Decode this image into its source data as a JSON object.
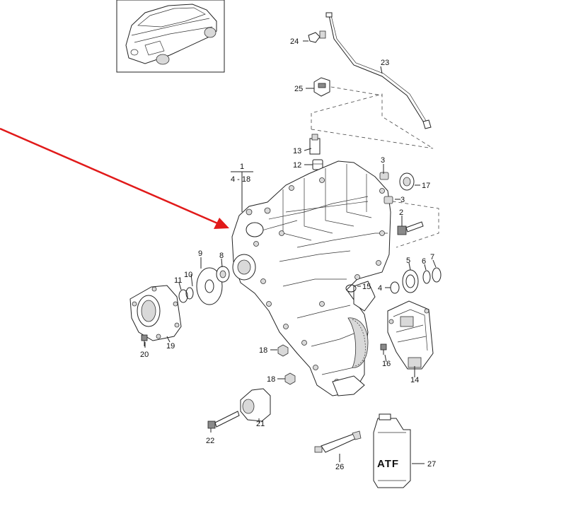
{
  "diagram": {
    "accent_color": "#e11a1a",
    "callouts": {
      "c1": "1",
      "c1_range": "4 - 18",
      "c2": "2",
      "c3a": "3",
      "c3b": "3",
      "c4": "4",
      "c5": "5",
      "c6": "6",
      "c7": "7",
      "c8": "8",
      "c9": "9",
      "c10": "10",
      "c11": "11",
      "c12": "12",
      "c13": "13",
      "c14": "14",
      "c15": "15",
      "c16": "16",
      "c17": "17",
      "c18a": "18",
      "c18b": "18",
      "c19": "19",
      "c20": "20",
      "c21": "21",
      "c22": "22",
      "c23": "23",
      "c24": "24",
      "c25": "25",
      "c26": "26",
      "c27": "27"
    },
    "atf_label": "ATF",
    "inset_icon": "car-icon",
    "pointer_icon": "red-arrow-icon"
  }
}
